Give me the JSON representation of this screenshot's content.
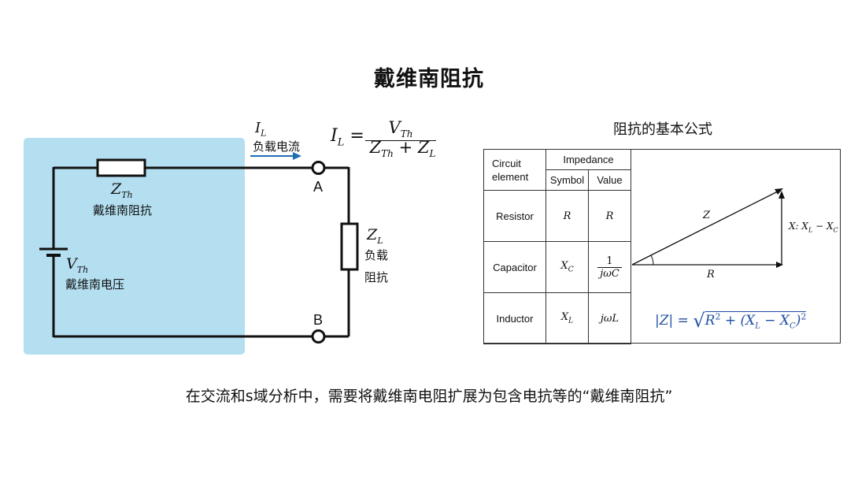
{
  "title": "戴维南阻抗",
  "circuit": {
    "current_symbol": "I",
    "current_sub": "L",
    "current_label": "负载电流",
    "zth_symbol": "Z",
    "zth_sub": "Th",
    "zth_label": "戴维南阻抗",
    "vth_symbol": "V",
    "vth_sub": "Th",
    "vth_label": "戴维南电压",
    "zl_symbol": "Z",
    "zl_sub": "L",
    "zl_label_line1": "负载",
    "zl_label_line2": "阻抗",
    "terminal_a": "A",
    "terminal_b": "B",
    "formula": {
      "lhs_symbol": "I",
      "lhs_sub": "L",
      "equals": "=",
      "num_symbol": "V",
      "num_sub": "Th",
      "den_a_symbol": "Z",
      "den_a_sub": "Th",
      "plus": "+",
      "den_b_symbol": "Z",
      "den_b_sub": "L"
    },
    "colors": {
      "thevenin_box": "#b3dff0",
      "current_arrow": "#1f6db5",
      "wire": "#111111"
    }
  },
  "impedance_panel": {
    "title": "阻抗的基本公式",
    "header_element": [
      "Circuit",
      "element"
    ],
    "header_impedance": "Impedance",
    "header_symbol": "Symbol",
    "header_value": "Value",
    "rows": [
      {
        "element": "Resistor",
        "symbol": "R",
        "value": "R"
      },
      {
        "element": "Capacitor",
        "symbol": "X",
        "symbol_sub": "C",
        "value_num": "1",
        "value_den": "jωC"
      },
      {
        "element": "Inductor",
        "symbol": "X",
        "symbol_sub": "L",
        "value": "jωL"
      }
    ],
    "triangle": {
      "hyp_label": "Z",
      "base_label": "R",
      "vert_label": "X: X",
      "vert_sub1": "L",
      "vert_minus": " − X",
      "vert_sub2": "C"
    },
    "magnitude_formula": {
      "lhs": "|Z| =",
      "radicand_a": "R",
      "radicand_a_exp": "2",
      "plus": " + (X",
      "sub1": "L",
      "minus": " − X",
      "sub2": "C",
      "close": ")",
      "exp": "2",
      "color": "#1f4fa0"
    }
  },
  "bottom_text": "在交流和s域分析中，需要将戴维南电阻扩展为包含电抗等的“戴维南阻抗”"
}
